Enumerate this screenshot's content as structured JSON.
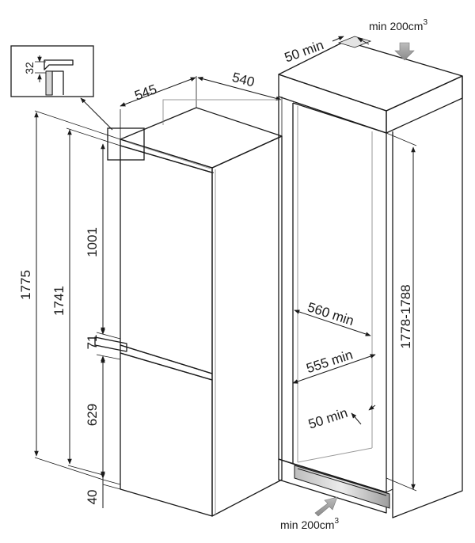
{
  "diagram": {
    "dimensions": {
      "total_height": "1775",
      "appliance_height": "1741",
      "upper_door": "1001",
      "door_gap": "71",
      "lower_door": "629",
      "base_height": "40",
      "depth_side": "545",
      "depth_top": "540",
      "detail_gap": "32"
    },
    "niche": {
      "height_range": "1778-1788",
      "depth_min": "560 min",
      "width_min": "555 min",
      "rear_gap": "50 min",
      "top_gap": "50 min",
      "vent_top_prefix": "min 200cm",
      "vent_bottom_prefix": "min 200cm",
      "superscript": "3"
    }
  }
}
